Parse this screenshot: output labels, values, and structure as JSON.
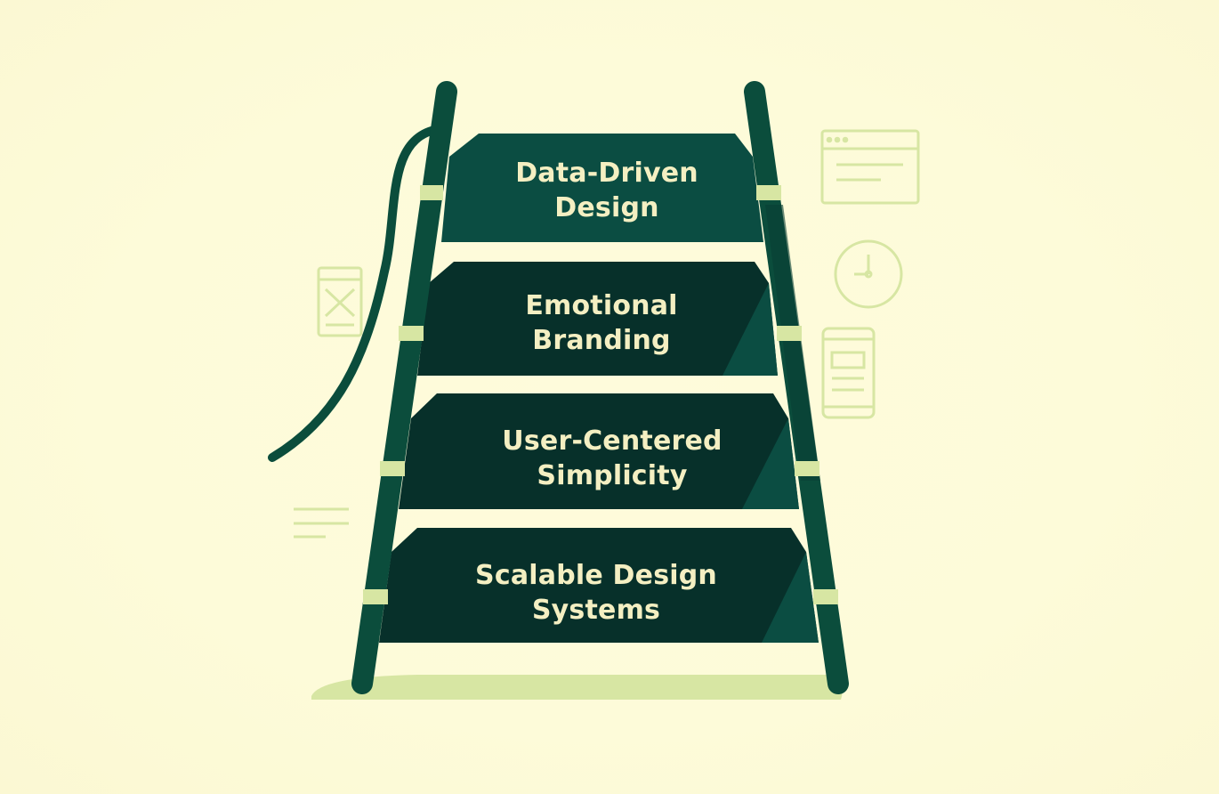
{
  "colors": {
    "background": "#fdfbd9",
    "rail": "#0b4d3c",
    "step_top": "#0b4d42",
    "step_dark": "#07302a",
    "accent": "#d7e6a3",
    "text": "#f4efc2"
  },
  "steps": [
    {
      "line1": "Data-Driven",
      "line2": "Design"
    },
    {
      "line1": "Emotional",
      "line2": "Branding"
    },
    {
      "line1": "User-Centered",
      "line2": "Simplicity"
    },
    {
      "line1": "Scalable Design",
      "line2": "Systems"
    }
  ],
  "icons": {
    "browser": "browser-window-icon",
    "clock": "clock-icon",
    "mobile": "mobile-screen-icon",
    "broken_image": "image-placeholder-icon",
    "text_lines": "text-lines-icon",
    "rope": "rope-icon"
  }
}
